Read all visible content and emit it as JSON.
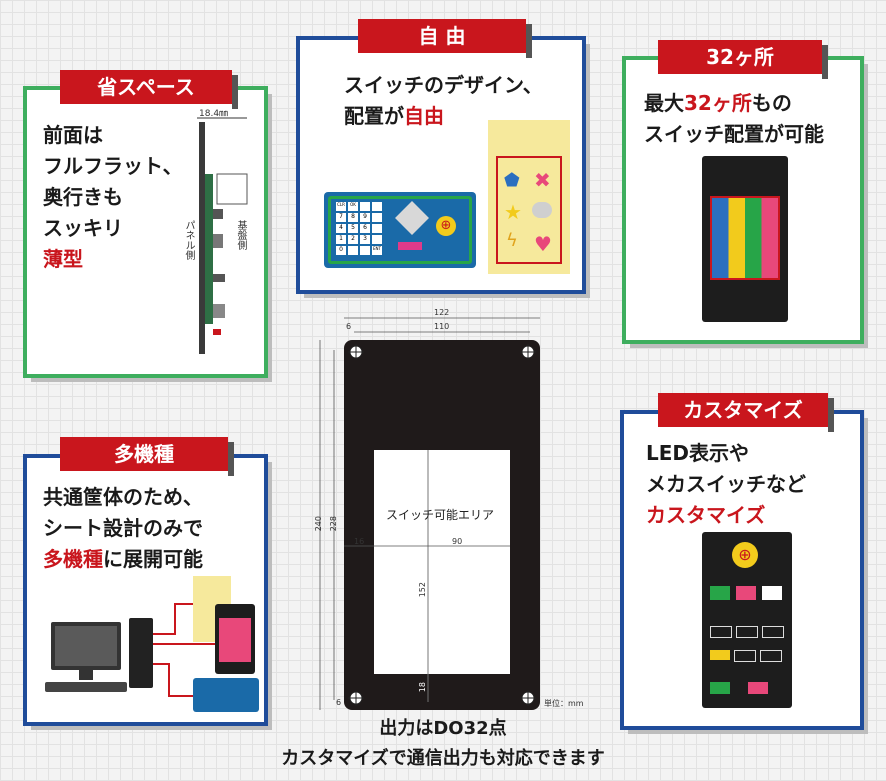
{
  "cards": {
    "space": {
      "label": "省スペース",
      "lines": [
        "前面は",
        "フルフラット、",
        "奥行きも",
        "スッキリ"
      ],
      "highlight": "薄型",
      "dim_width": "18.4㎜",
      "side_panel": "パネル側",
      "side_board": "基盤側"
    },
    "freedom": {
      "label": "自 由",
      "line1": "スイッチのデザイン、",
      "line2_prefix": "配置が",
      "line2_highlight": "自由"
    },
    "points": {
      "label": "32ヶ所",
      "line1_prefix": "最大",
      "line1_highlight": "32ヶ所",
      "line1_suffix": "もの",
      "line2": "スイッチ配置が可能"
    },
    "models": {
      "label": "多機種",
      "line1": "共通筐体のため、",
      "line2": "シート設計のみで",
      "line3_highlight": "多機種",
      "line3_suffix": "に展開可能"
    },
    "custom": {
      "label": "カスタマイズ",
      "line1": "LED表示や",
      "line2": "メカスイッチなど",
      "line3_highlight": "カスタマイズ"
    }
  },
  "drawing": {
    "dim_total_width": "122",
    "dim_inner_width": "110",
    "dim_left_offset": "6",
    "dim_total_height": "240",
    "dim_inner_height": "228",
    "dim_area_left": "16",
    "dim_area_width": "90",
    "dim_area_height": "152",
    "dim_bottom": "18",
    "dim_bottom_offset": "6",
    "area_label": "スイッチ可能エリア",
    "unit": "単位：mm"
  },
  "calculator_keys": [
    "CLR",
    "OK",
    "7",
    "8",
    "9",
    "4",
    "5",
    "6",
    "1",
    "2",
    "3",
    "0",
    "ENT"
  ],
  "footer": {
    "line1": "出力はDO32点",
    "line2": "カスタマイズで通信出力も対応できます"
  }
}
